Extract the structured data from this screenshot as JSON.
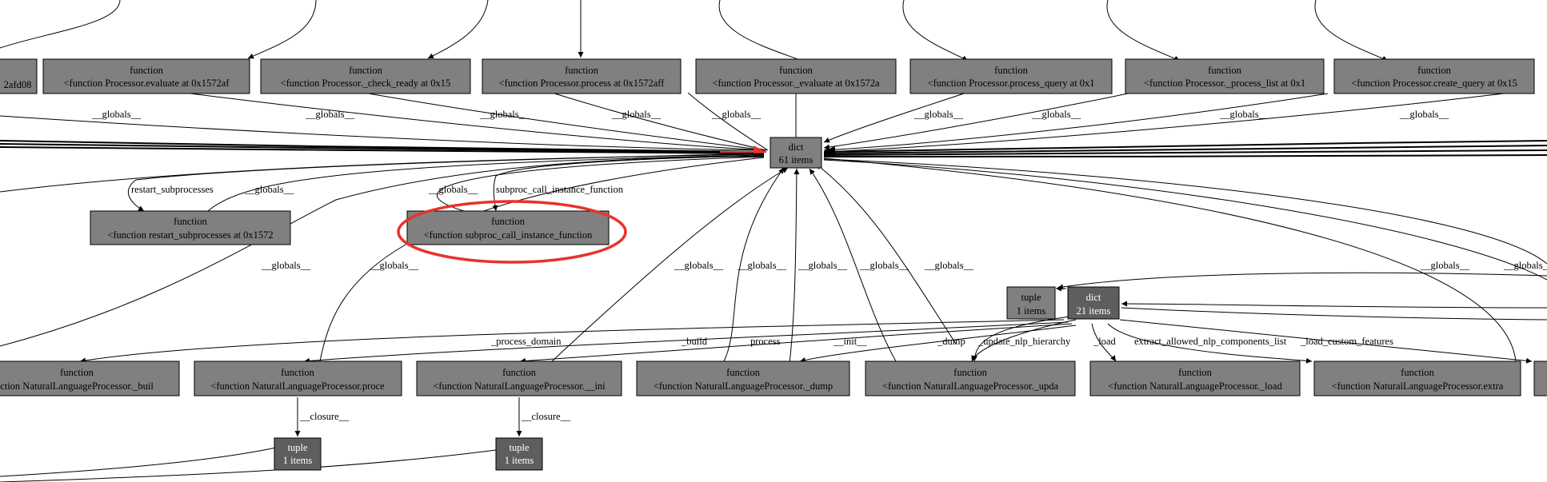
{
  "graph": {
    "nodes": [
      {
        "id": "n_afd08",
        "line1": "",
        "line2": "2afd08",
        "style": "mid"
      },
      {
        "id": "n_eval",
        "line1": "function",
        "line2": "<function Processor.evaluate at 0x1572af",
        "style": "mid"
      },
      {
        "id": "n_check",
        "line1": "function",
        "line2": "<function Processor._check_ready at 0x15",
        "style": "mid"
      },
      {
        "id": "n_process",
        "line1": "function",
        "line2": "<function Processor.process at 0x1572aff",
        "style": "mid"
      },
      {
        "id": "n_evaluate",
        "line1": "function",
        "line2": "<function Processor._evaluate at 0x1572a",
        "style": "mid"
      },
      {
        "id": "n_pquery",
        "line1": "function",
        "line2": "<function Processor.process_query at 0x1",
        "style": "mid"
      },
      {
        "id": "n_plist",
        "line1": "function",
        "line2": "<function Processor._process_list at 0x1",
        "style": "mid"
      },
      {
        "id": "n_cquery",
        "line1": "function",
        "line2": "<function Processor.create_query at 0x15",
        "style": "mid"
      },
      {
        "id": "n_dict61",
        "line1": "dict",
        "line2": "61 items",
        "style": "mid"
      },
      {
        "id": "n_restart",
        "line1": "function",
        "line2": "<function restart_subprocesses at 0x1572",
        "style": "mid"
      },
      {
        "id": "n_subproc",
        "line1": "function",
        "line2": "<function subproc_call_instance_function",
        "style": "mid"
      },
      {
        "id": "n_tuple1",
        "line1": "tuple",
        "line2": "1 items",
        "style": "mid"
      },
      {
        "id": "n_dict21",
        "line1": "dict",
        "line2": "21 items",
        "style": "dark"
      },
      {
        "id": "n_nlp_build",
        "line1": "function",
        "line2": "ction NaturalLanguageProcessor._buil",
        "style": "mid"
      },
      {
        "id": "n_nlp_proc",
        "line1": "function",
        "line2": "<function NaturalLanguageProcessor.proce",
        "style": "mid"
      },
      {
        "id": "n_nlp_init",
        "line1": "function",
        "line2": "<function NaturalLanguageProcessor.__ini",
        "style": "mid"
      },
      {
        "id": "n_nlp_dump",
        "line1": "function",
        "line2": "<function NaturalLanguageProcessor._dump",
        "style": "mid"
      },
      {
        "id": "n_nlp_upda",
        "line1": "function",
        "line2": "<function NaturalLanguageProcessor._upda",
        "style": "mid"
      },
      {
        "id": "n_nlp_load",
        "line1": "function",
        "line2": "<function NaturalLanguageProcessor._load",
        "style": "mid"
      },
      {
        "id": "n_nlp_extra",
        "line1": "function",
        "line2": "<function NaturalLanguageProcessor.extra",
        "style": "mid"
      },
      {
        "id": "n_tuple_a",
        "line1": "tuple",
        "line2": "1 items",
        "style": "dark"
      },
      {
        "id": "n_tuple_b",
        "line1": "tuple",
        "line2": "1 items",
        "style": "dark"
      },
      {
        "id": "n_right_clip",
        "line1": "",
        "line2": "",
        "style": "mid"
      }
    ],
    "edge_labels": {
      "g1": "__globals__",
      "g2": "__globals__",
      "g3": "__globals__",
      "g4": "__globals__",
      "g5": "__globals__",
      "g6": "__globals__",
      "g7": "__globals__",
      "g8": "__globals__",
      "restart": "restart_subprocesses",
      "g_restart": "__globals__",
      "g_sub": "__globals__",
      "subproc": "subproc_call_instance_function",
      "g_l1": "__globals__",
      "g_l2": "__globals__",
      "g_m1": "__globals__",
      "g_m2": "__globals__",
      "g_m3": "__globals__",
      "g_m4": "__globals__",
      "g_m5": "__globals__",
      "g_r1": "__globals__",
      "g_r2": "__globals__",
      "process_domain": "_process_domain",
      "build": "_build",
      "process": "process",
      "init": "__init__",
      "dump": "_dump",
      "update": "_update_nlp_hierarchy",
      "load": "_load",
      "extract": "extract_allowed_nlp_components_list",
      "load_custom": "_load_custom_features",
      "closure1": "__closure__",
      "closure2": "__closure__"
    },
    "colors": {
      "node_mid": "#808080",
      "node_dark": "#5e5e5e",
      "highlight": "#e8332a",
      "edge": "#000000"
    }
  }
}
